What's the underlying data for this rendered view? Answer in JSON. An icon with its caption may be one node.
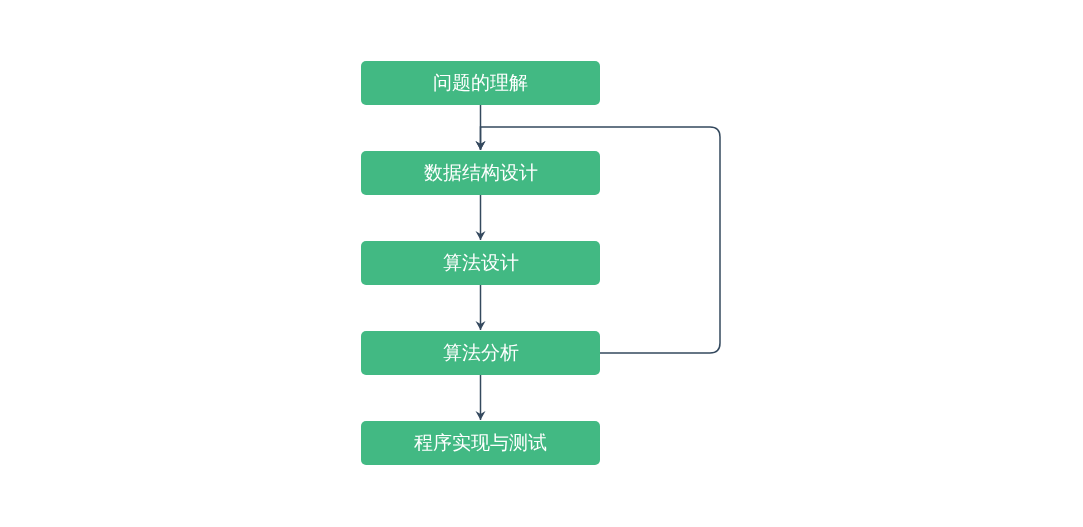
{
  "diagram": {
    "nodes": [
      {
        "text": [
          "问题的理解"
        ]
      },
      {
        "text": [
          "数据结构设计"
        ]
      },
      {
        "text": [
          "算法设计"
        ]
      },
      {
        "text": [
          "算法分析"
        ]
      },
      {
        "text": [
          "程序实现与测试"
        ]
      }
    ],
    "edges": [
      {
        "from": 0,
        "to": 1,
        "arrow": "to"
      },
      {
        "from": 1,
        "to": 2,
        "arrow": "to"
      },
      {
        "from": 2,
        "to": 3,
        "arrow": "to"
      },
      {
        "from": 3,
        "to": 4,
        "arrow": "to"
      },
      {
        "from": 3,
        "to": 1,
        "arrow": "to"
      }
    ]
  }
}
